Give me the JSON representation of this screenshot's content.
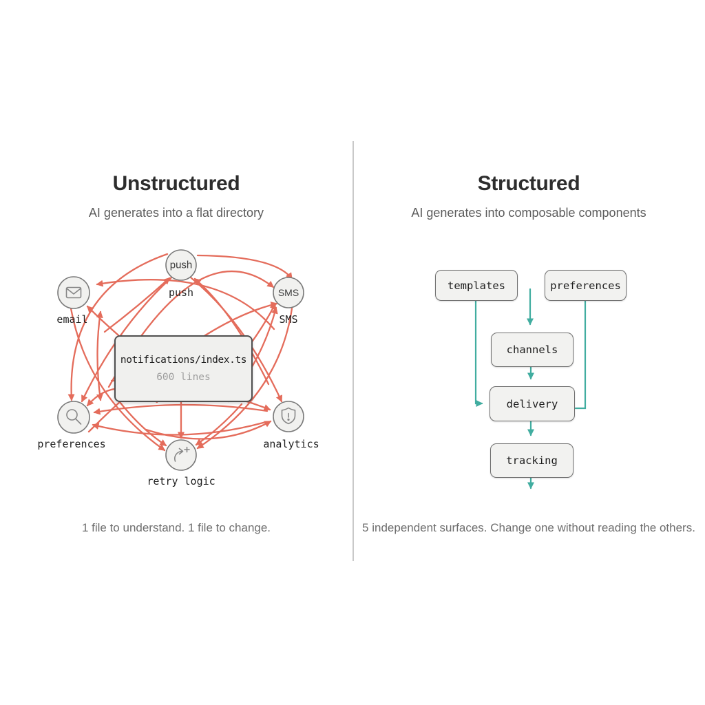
{
  "colors": {
    "unstructured_arrow": "#e2604e",
    "structured_arrow": "#41ada0",
    "node_fill": "#f1f1ef",
    "node_stroke": "#7a7a7a",
    "icon_stroke": "#868686"
  },
  "left_panel": {
    "title": "Unstructured",
    "subtitle": "AI generates into a flat directory",
    "caption": "1 file to understand. 1 file to change.",
    "center_box": {
      "filename": "notifications/index.ts",
      "meta": "600 lines"
    },
    "nodes": [
      {
        "id": "push",
        "label": "push",
        "circle_text": "push"
      },
      {
        "id": "email",
        "label": "email",
        "icon": "envelope-icon"
      },
      {
        "id": "sms",
        "label": "SMS",
        "circle_text": "SMS"
      },
      {
        "id": "preferences",
        "label": "preferences",
        "icon": "magnifier-icon"
      },
      {
        "id": "analytics",
        "label": "analytics",
        "icon": "shield-icon"
      },
      {
        "id": "retry",
        "label": "retry logic",
        "icon": "retry-arrow-icon"
      }
    ]
  },
  "right_panel": {
    "title": "Structured",
    "subtitle": "AI generates into composable components",
    "caption": "5 independent surfaces. Change one without reading the others.",
    "boxes": [
      {
        "label": "templates"
      },
      {
        "label": "preferences"
      },
      {
        "label": "channels"
      },
      {
        "label": "delivery"
      },
      {
        "label": "tracking"
      }
    ]
  }
}
